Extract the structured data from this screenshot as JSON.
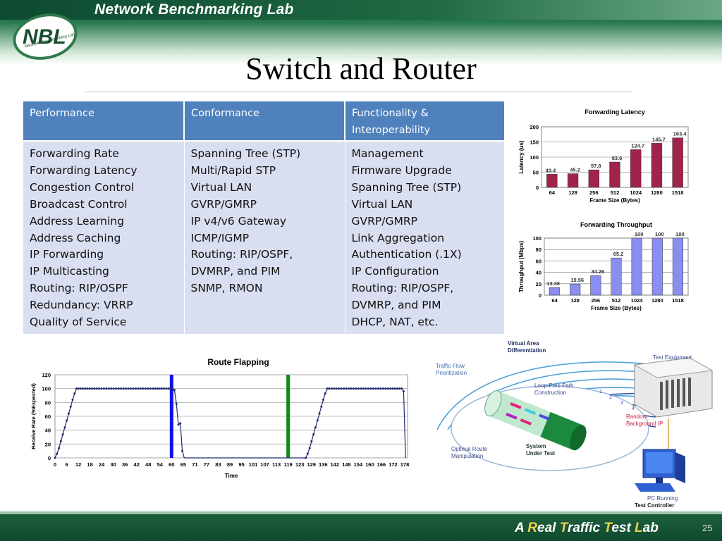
{
  "header": {
    "lab_name": "Network Benchmarking Lab",
    "logo_letters": "NBL",
    "logo_tagline": "Network Benchmarking Lab"
  },
  "slide": {
    "title": "Switch and Router"
  },
  "table": {
    "headers": [
      "Performance",
      "Conformance",
      "Functionality & Interoperability"
    ],
    "columns": [
      [
        "Forwarding Rate",
        "Forwarding Latency",
        "Congestion Control",
        "Broadcast Control",
        "Address Learning",
        "Address Caching",
        "IP Forwarding",
        "IP Multicasting",
        "Routing: RIP/OSPF",
        "Redundancy: VRRP",
        "Quality of Service"
      ],
      [
        "Spanning Tree (STP)",
        "Multi/Rapid STP",
        "Virtual LAN",
        "GVRP/GMRP",
        "IP v4/v6 Gateway",
        "ICMP/IGMP",
        "Routing: RIP/OSPF,",
        "DVMRP, and PIM",
        "SNMP, RMON"
      ],
      [
        "Management",
        "Firmware Upgrade",
        "Spanning Tree (STP)",
        "Virtual LAN",
        "GVRP/GMRP",
        "Link Aggregation",
        "Authentication (.1X)",
        "IP Configuration",
        "Routing: RIP/OSPF,",
        "DVMRP, and PIM",
        "DHCP, NAT, etc."
      ]
    ]
  },
  "chart_data": [
    {
      "type": "bar",
      "title": "Forwarding Latency",
      "xlabel": "Frame Size (Bytes)",
      "ylabel": "Latency (us)",
      "categories": [
        "64",
        "128",
        "256",
        "512",
        "1024",
        "1280",
        "1518"
      ],
      "values": [
        43.4,
        45.2,
        57.8,
        83.6,
        124.7,
        145.7,
        163.4
      ],
      "ylim": [
        0,
        200
      ],
      "yticks": [
        0,
        50,
        100,
        150,
        200
      ],
      "color": "#a0234a",
      "grid": true
    },
    {
      "type": "bar",
      "title": "Forwarding Throughput",
      "xlabel": "Frame Size (Bytes)",
      "ylabel": "Throughput (Mbps)",
      "categories": [
        "64",
        "128",
        "256",
        "512",
        "1024",
        "1280",
        "1518"
      ],
      "values": [
        13.38,
        19.56,
        34.26,
        65.2,
        100,
        100,
        100
      ],
      "ylim": [
        0,
        100
      ],
      "yticks": [
        0,
        20,
        40,
        60,
        80,
        100
      ],
      "color": "#8a8ef0",
      "grid": true
    },
    {
      "type": "line",
      "title": "Route Flapping",
      "xlabel": "Time",
      "ylabel": "Receive Rate (%Expected)",
      "xticks": [
        "0",
        "6",
        "12",
        "18",
        "24",
        "30",
        "36",
        "42",
        "48",
        "54",
        "60",
        "65",
        "71",
        "77",
        "83",
        "89",
        "95",
        "101",
        "107",
        "113",
        "119",
        "123",
        "129",
        "136",
        "142",
        "148",
        "154",
        "160",
        "166",
        "172",
        "178"
      ],
      "ylim": [
        0,
        120
      ],
      "yticks": [
        0,
        20,
        40,
        60,
        80,
        100,
        120
      ],
      "series_color": "#1c2a6e",
      "markers": [
        {
          "at_tick": 10,
          "color": "#1010ee"
        },
        {
          "at_tick": 20,
          "color": "#118a11"
        }
      ],
      "points": [
        [
          0,
          0
        ],
        [
          1,
          6
        ],
        [
          2,
          14
        ],
        [
          3,
          24
        ],
        [
          4,
          34
        ],
        [
          5,
          44
        ],
        [
          6,
          54
        ],
        [
          7,
          64
        ],
        [
          8,
          74
        ],
        [
          9,
          84
        ],
        [
          10,
          93
        ],
        [
          11,
          100
        ],
        [
          12,
          100
        ],
        [
          20,
          100
        ],
        [
          30,
          100
        ],
        [
          40,
          100
        ],
        [
          50,
          100
        ],
        [
          58,
          100
        ],
        [
          60,
          100
        ],
        [
          61,
          98
        ],
        [
          62,
          78
        ],
        [
          63,
          48
        ],
        [
          64,
          50
        ],
        [
          65,
          10
        ],
        [
          66,
          0
        ],
        [
          70,
          0
        ],
        [
          80,
          0
        ],
        [
          90,
          0
        ],
        [
          100,
          0
        ],
        [
          110,
          0
        ],
        [
          120,
          0
        ],
        [
          128,
          0
        ],
        [
          129,
          6
        ],
        [
          130,
          14
        ],
        [
          131,
          24
        ],
        [
          132,
          34
        ],
        [
          133,
          44
        ],
        [
          134,
          54
        ],
        [
          135,
          64
        ],
        [
          136,
          74
        ],
        [
          137,
          84
        ],
        [
          138,
          93
        ],
        [
          139,
          100
        ],
        [
          140,
          100
        ],
        [
          150,
          100
        ],
        [
          160,
          100
        ],
        [
          170,
          100
        ],
        [
          177,
          100
        ],
        [
          178,
          96
        ],
        [
          179,
          0
        ]
      ]
    }
  ],
  "diagram": {
    "labels": {
      "virtual_area": "Virtual Area Differentiation",
      "test_equipment": "Test Equipment",
      "traffic_flow": "Traffic Flow Prioritization",
      "loop_free": "Loop-Free Path Construction",
      "random_bg": "Random Background IP",
      "optimal_route": "Optimal Route Manipulation",
      "sut": "System Under Test",
      "pc_running": "PC Running",
      "test_controller": "Test Controller"
    },
    "line_numbers": [
      "1",
      "2",
      "3",
      "4"
    ]
  },
  "footer": {
    "tag_a": "A ",
    "tag_r": "R",
    "tag_eal": "eal ",
    "tag_t1": "T",
    "tag_raffic": "raffic ",
    "tag_t2": "T",
    "tag_est": "est ",
    "tag_l": "L",
    "tag_ab": "ab",
    "page_number": "25"
  },
  "colors": {
    "header_green": "#0f4f33",
    "table_header": "#4f81bd",
    "table_body": "#d9dff0",
    "accent_yellow": "#f0d24a"
  }
}
